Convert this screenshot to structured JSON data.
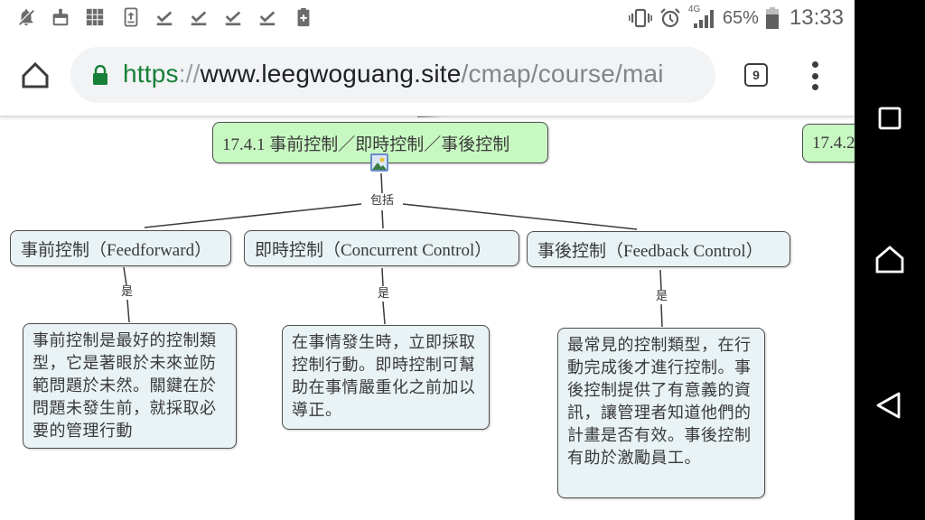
{
  "status_bar": {
    "left_icons": [
      "notifications-off-icon",
      "cleaner-broom-icon",
      "app-grid-icon",
      "phone-upload-icon",
      "download-done-icon",
      "download-done-icon",
      "download-done-icon",
      "download-done-icon",
      "battery-plus-icon"
    ],
    "right_icons": [
      "vibrate-icon",
      "alarm-icon",
      "signal-4g-icon",
      "battery-icon"
    ],
    "network": "4G",
    "battery_percent": "65%",
    "time": "13:33"
  },
  "browser": {
    "url_scheme": "https",
    "url_separator": "://",
    "url_host": "www.leegwoguang.site",
    "url_path": "/cmap/course/mai",
    "tab_count": "9",
    "icons": {
      "home": "home-icon",
      "lock": "lock-icon",
      "menu": "more-vert-icon"
    },
    "colors": {
      "secure_green": "#188038",
      "omnibox_bg": "#f1f3f4"
    }
  },
  "concept_map": {
    "main_node": "17.4.1 事前控制／即時控制／事後控制",
    "next_node_partial": "17.4.2",
    "main_link_label": "包括",
    "branches": [
      {
        "label": "事前控制（Feedforward）",
        "link_label": "是",
        "description": "事前控制是最好的控制類型，它是著眼於未來並防範問題於未然。關鍵在於問題未發生前，就採取必要的管理行動"
      },
      {
        "label": "即時控制（Concurrent Control）",
        "link_label": "是",
        "description": "在事情發生時，立即採取控制行動。即時控制可幫助在事情嚴重化之前加以導正。"
      },
      {
        "label": "事後控制（Feedback Control）",
        "link_label": "是",
        "description": "最常見的控制類型，在行動完成後才進行控制。事後控制提供了有意義的資訊，讓管理者知道他們的計畫是否有效。事後控制有助於激勵員工。"
      }
    ],
    "colors": {
      "topic_node_bg": "#c8f8c2",
      "concept_node_bg": "#e9f2f4",
      "border": "#4f4f4f"
    }
  },
  "nav_bar": {
    "buttons": [
      "recents-icon",
      "home-icon",
      "back-icon"
    ]
  }
}
